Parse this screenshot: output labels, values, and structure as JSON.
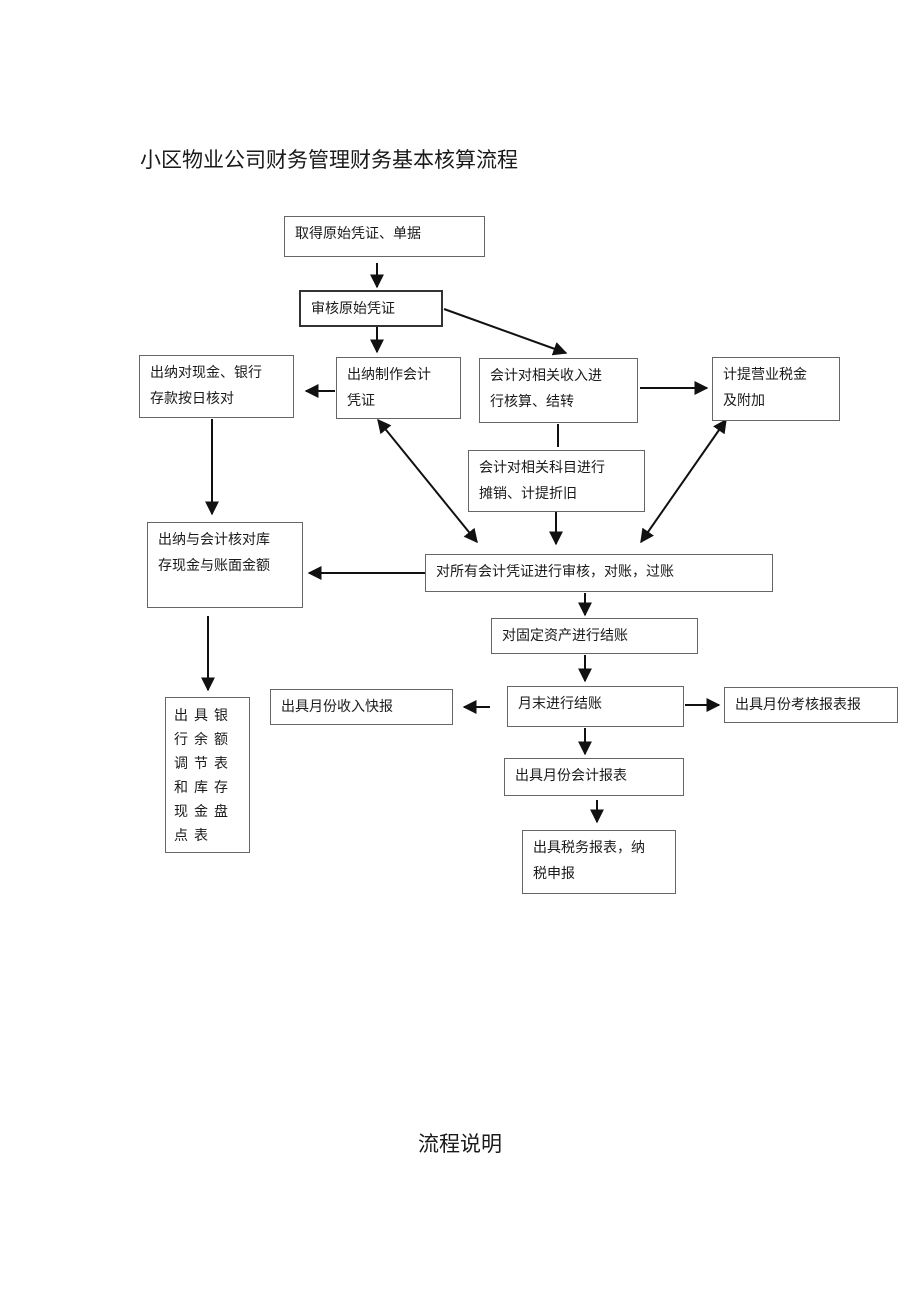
{
  "title": "小区物业公司财务管理财务基本核算流程",
  "section_heading": "流程说明",
  "nodes": {
    "obtain_vouchers": "取得原始凭证、单据",
    "review_vouchers": "审核原始凭证",
    "cashier_make_voucher": "出纳制作会计\n凭证",
    "cashier_check_cash": "出纳对现金、银行\n存款按日核对",
    "accounting_income": "会计对相关收入进\n行核算、结转",
    "tax_accrual": "计提营业税金\n及附加",
    "amortize_depreciate": "会计对相关科目进行\n摊销、计提折旧",
    "cashier_accountant_reconcile": "出纳与会计核对库\n存现金与账面金额",
    "review_all_vouchers": "对所有会计凭证进行审核，对账，过账",
    "fixed_asset_close": "对固定资产进行结账",
    "month_end_close": "月末进行结账",
    "monthly_income_report": "出具月份收入快报",
    "monthly_assessment_report": "出具月份考核报表报",
    "monthly_accounting_report": "出具月份会计报表",
    "tax_report": "出具税务报表，纳\n税申报",
    "bank_reconciliation": "出具银\n行余额\n调节表\n和库存\n现金盘\n点表"
  }
}
